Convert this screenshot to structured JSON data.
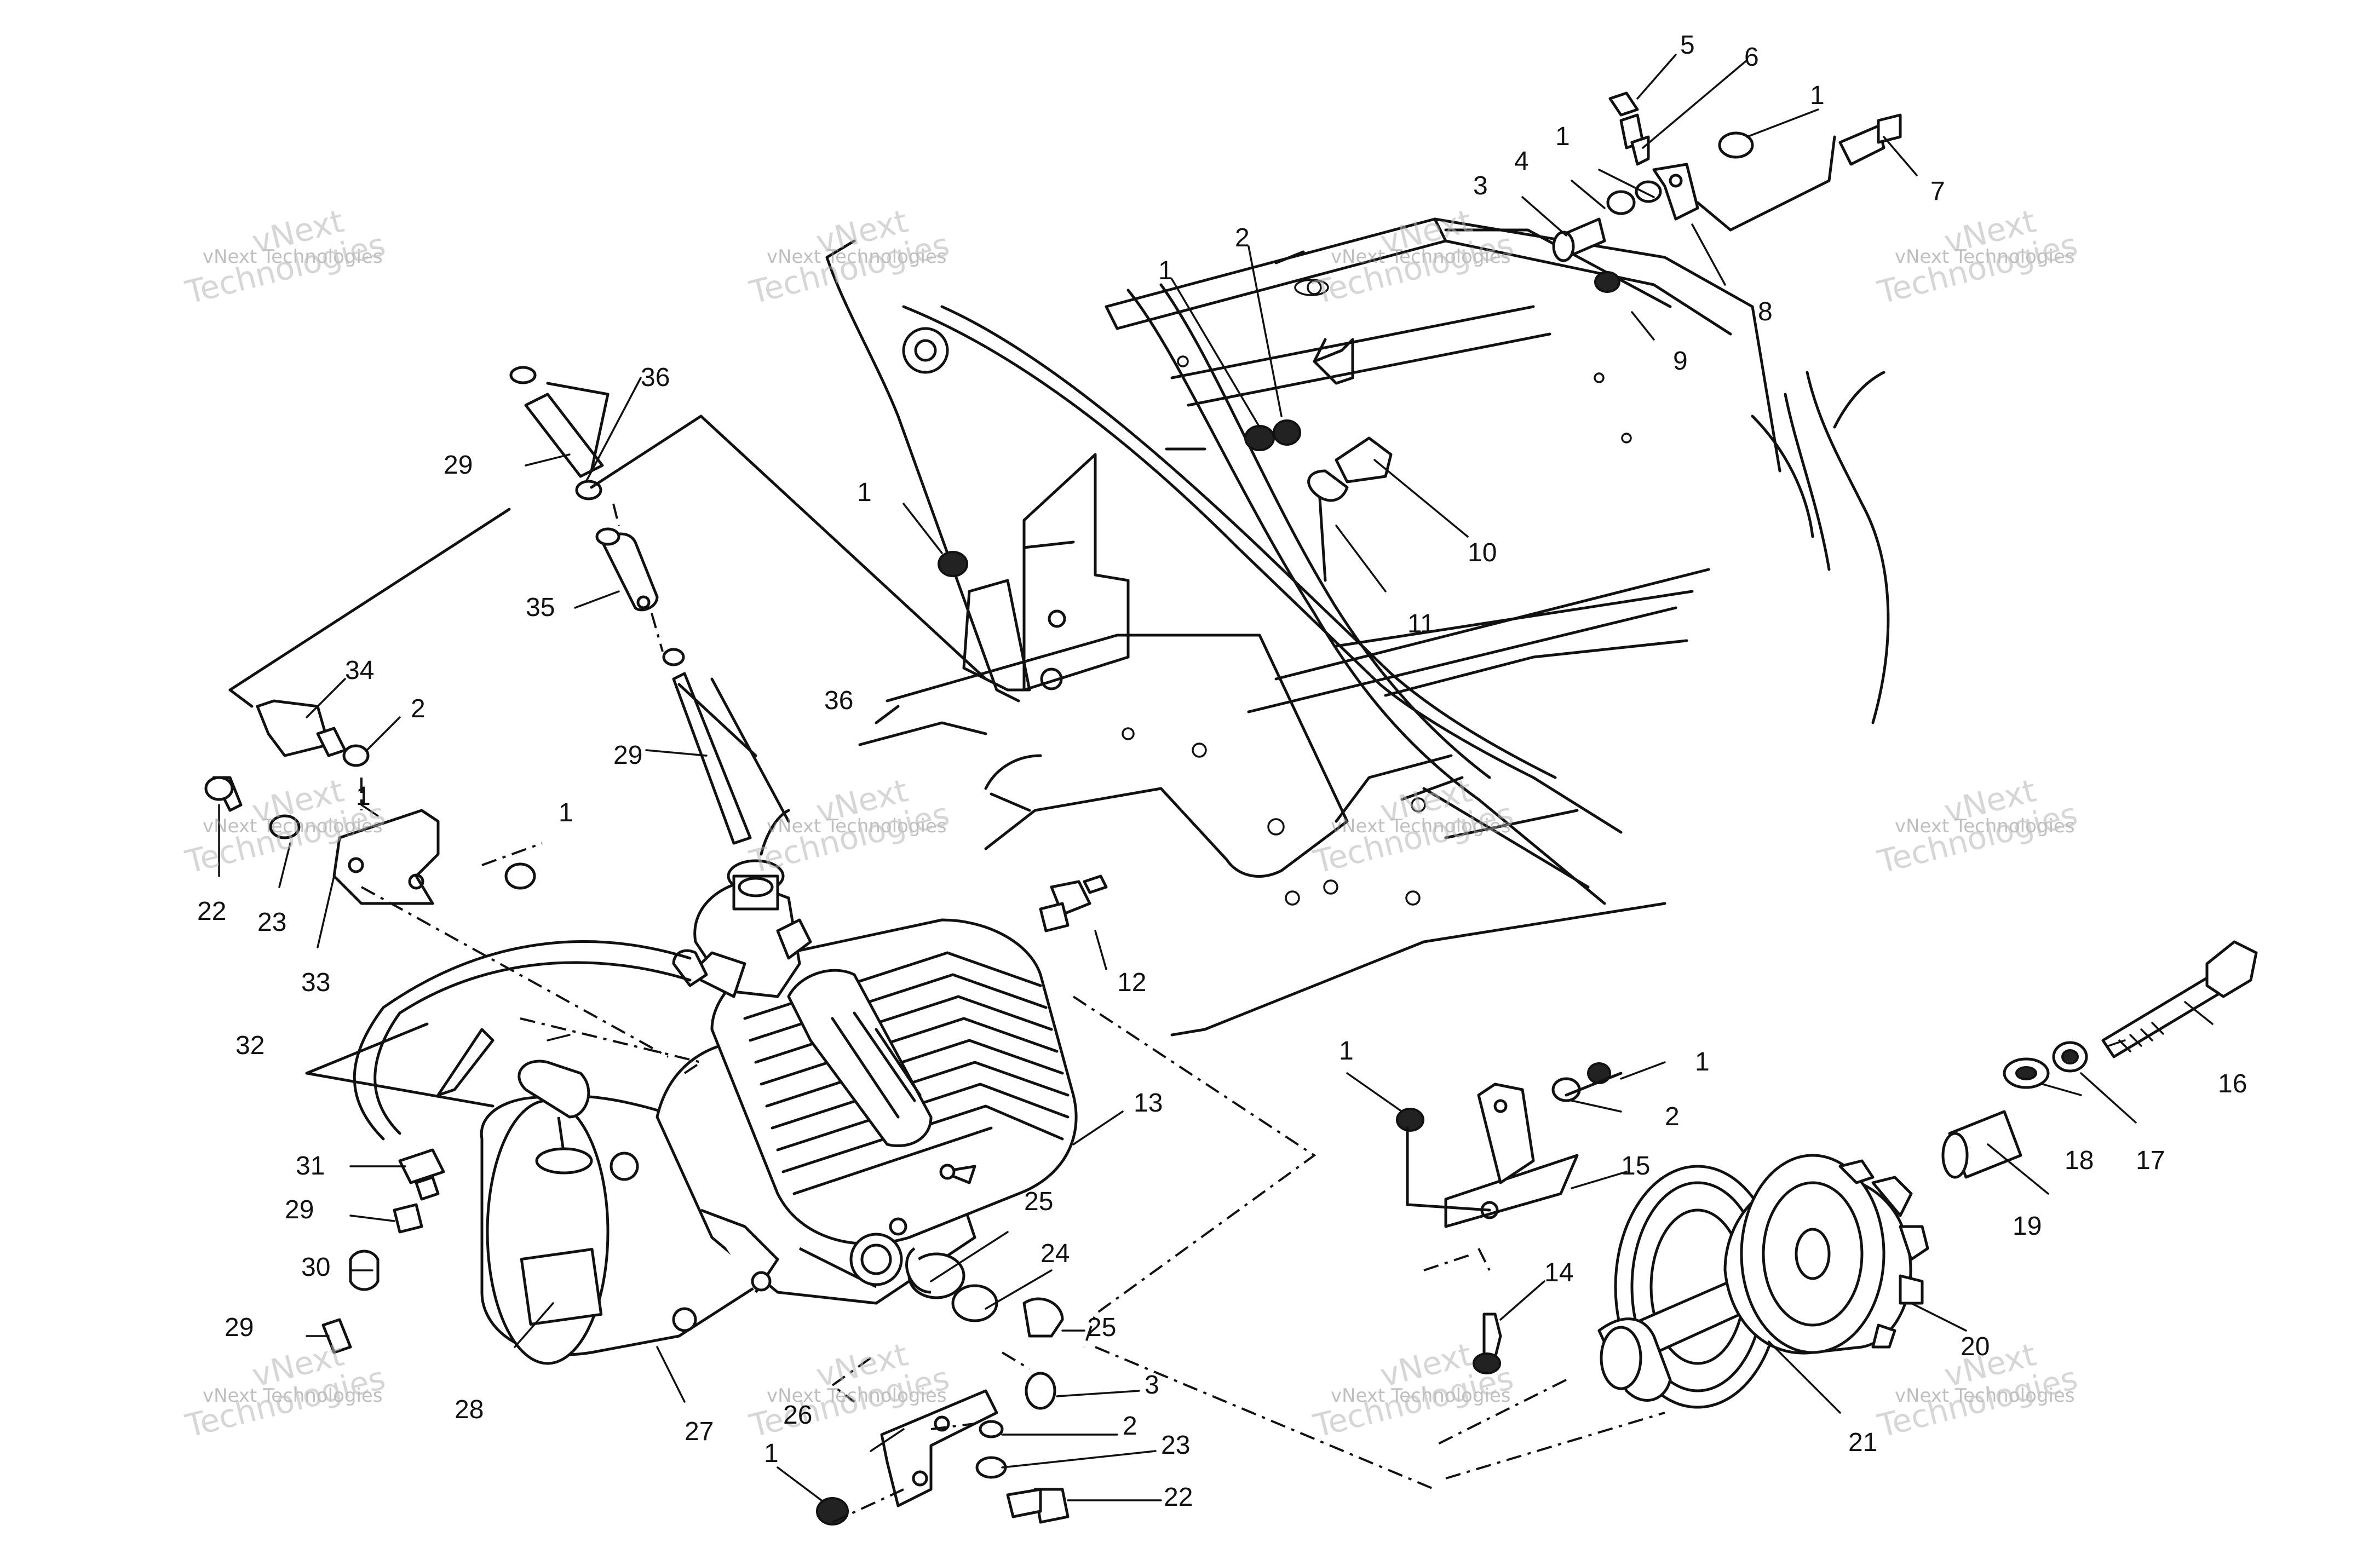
{
  "watermark": {
    "brand": "vNext",
    "text": "vNext Technologies",
    "big": "Technologies"
  },
  "callouts": [
    {
      "id": "l5",
      "text": "5"
    },
    {
      "id": "l6",
      "text": "6"
    },
    {
      "id": "l1a",
      "text": "1"
    },
    {
      "id": "l1b",
      "text": "1"
    },
    {
      "id": "l4",
      "text": "4"
    },
    {
      "id": "l3a",
      "text": "3"
    },
    {
      "id": "l7",
      "text": "7"
    },
    {
      "id": "l8",
      "text": "8"
    },
    {
      "id": "l9",
      "text": "9"
    },
    {
      "id": "l2a",
      "text": "2"
    },
    {
      "id": "l1c",
      "text": "1"
    },
    {
      "id": "l36a",
      "text": "36"
    },
    {
      "id": "l29a",
      "text": "29"
    },
    {
      "id": "l1d",
      "text": "1"
    },
    {
      "id": "l10",
      "text": "10"
    },
    {
      "id": "l11",
      "text": "11"
    },
    {
      "id": "l35",
      "text": "35"
    },
    {
      "id": "l34",
      "text": "34"
    },
    {
      "id": "l2b",
      "text": "2"
    },
    {
      "id": "l36b",
      "text": "36"
    },
    {
      "id": "l29b",
      "text": "29"
    },
    {
      "id": "l1e",
      "text": "1"
    },
    {
      "id": "l1f",
      "text": "1"
    },
    {
      "id": "l22a",
      "text": "22"
    },
    {
      "id": "l23a",
      "text": "23"
    },
    {
      "id": "l33",
      "text": "33"
    },
    {
      "id": "l12",
      "text": "12"
    },
    {
      "id": "l32",
      "text": "32"
    },
    {
      "id": "l1g",
      "text": "1"
    },
    {
      "id": "l1h",
      "text": "1"
    },
    {
      "id": "l2c",
      "text": "2"
    },
    {
      "id": "l16",
      "text": "16"
    },
    {
      "id": "l13",
      "text": "13"
    },
    {
      "id": "l15",
      "text": "15"
    },
    {
      "id": "l18",
      "text": "18"
    },
    {
      "id": "l17",
      "text": "17"
    },
    {
      "id": "l31",
      "text": "31"
    },
    {
      "id": "l25a",
      "text": "25"
    },
    {
      "id": "l19",
      "text": "19"
    },
    {
      "id": "l29c",
      "text": "29"
    },
    {
      "id": "l24",
      "text": "24"
    },
    {
      "id": "l30",
      "text": "30"
    },
    {
      "id": "l14",
      "text": "14"
    },
    {
      "id": "l29d",
      "text": "29"
    },
    {
      "id": "l25b",
      "text": "25"
    },
    {
      "id": "l20",
      "text": "20"
    },
    {
      "id": "l3b",
      "text": "3"
    },
    {
      "id": "l28",
      "text": "28"
    },
    {
      "id": "l26",
      "text": "26"
    },
    {
      "id": "l27",
      "text": "27"
    },
    {
      "id": "l2d",
      "text": "2"
    },
    {
      "id": "l21",
      "text": "21"
    },
    {
      "id": "l23b",
      "text": "23"
    },
    {
      "id": "l1i",
      "text": "1"
    },
    {
      "id": "l22b",
      "text": "22"
    }
  ]
}
